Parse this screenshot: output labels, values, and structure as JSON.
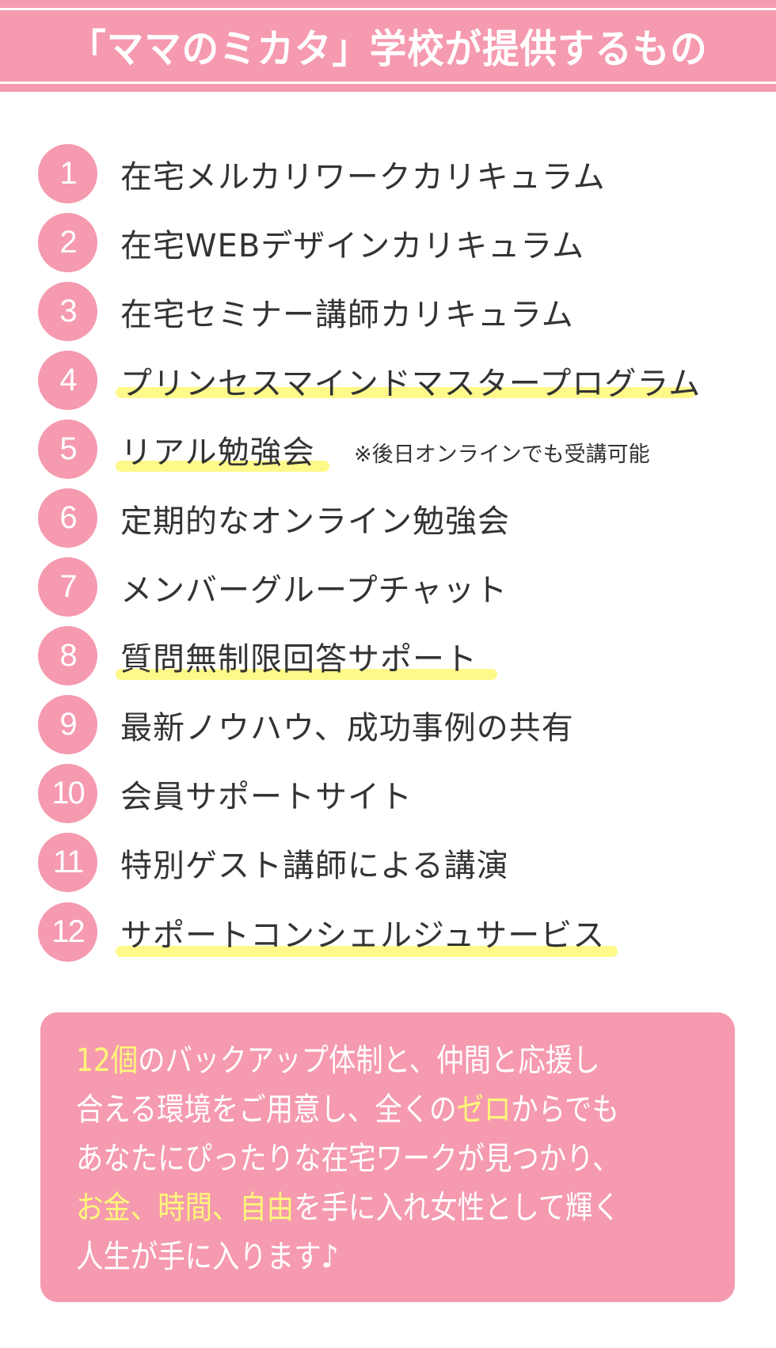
{
  "header": {
    "title": "「ママのミカタ」学校が提供するもの"
  },
  "colors": {
    "accent_pink": "#f59aaf",
    "highlight_yellow": "#fff98a",
    "text_yellow": "#fff67a",
    "text_dark": "#333333"
  },
  "items": [
    {
      "num": "1",
      "label": "在宅メルカリワークカリキュラム",
      "highlight": false
    },
    {
      "num": "2",
      "label": "在宅WEBデザインカリキュラム",
      "highlight": false
    },
    {
      "num": "3",
      "label": "在宅セミナー講師カリキュラム",
      "highlight": false
    },
    {
      "num": "4",
      "label": "プリンセスマインドマスタープログラム",
      "highlight": true
    },
    {
      "num": "5",
      "label": "リアル勉強会",
      "highlight": true,
      "note": "※後日オンラインでも受講可能"
    },
    {
      "num": "6",
      "label": "定期的なオンライン勉強会",
      "highlight": false
    },
    {
      "num": "7",
      "label": "メンバーグループチャット",
      "highlight": false
    },
    {
      "num": "8",
      "label": "質問無制限回答サポート",
      "highlight": true
    },
    {
      "num": "9",
      "label": "最新ノウハウ、成功事例の共有",
      "highlight": false
    },
    {
      "num": "10",
      "label": "会員サポートサイト",
      "highlight": false
    },
    {
      "num": "11",
      "label": "特別ゲスト講師による講演",
      "highlight": false
    },
    {
      "num": "12",
      "label": "サポートコンシェルジュサービス",
      "highlight": true
    }
  ],
  "summary": {
    "line1": {
      "yellow": "12個",
      "white": "のバックアップ体制と、仲間と応援し"
    },
    "line2": {
      "white_a": "合える環境をご用意し、全くの",
      "yellow": "ゼロ",
      "white_b": "からでも"
    },
    "line3": {
      "white": "あなたにぴったりな在宅ワークが見つかり、"
    },
    "line4": {
      "yellow": "お金、時間、自由",
      "white": "を手に入れ女性として輝く"
    },
    "line5": {
      "white": "人生が手に入ります♪"
    }
  }
}
